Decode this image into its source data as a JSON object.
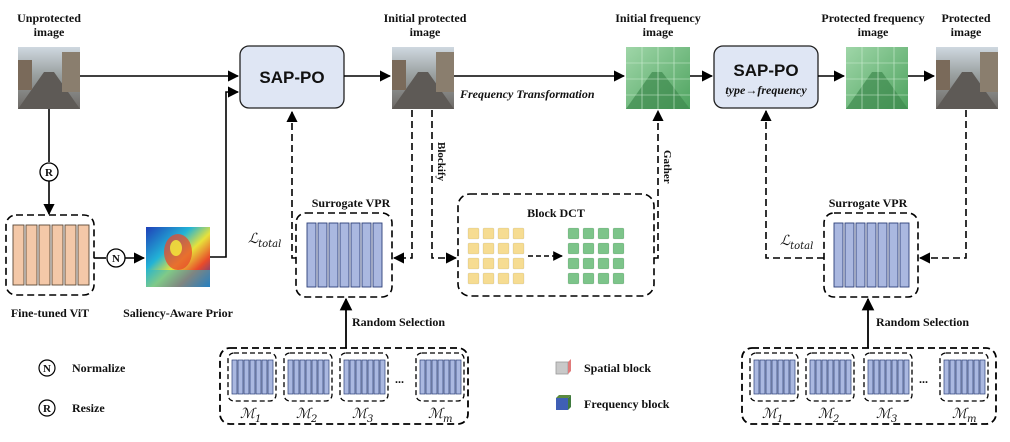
{
  "labels": {
    "unprotected_image": [
      "Unprotected",
      "image"
    ],
    "initial_protected_image": [
      "Initial protected",
      "image"
    ],
    "initial_frequency_image": [
      "Initial frequency",
      "image"
    ],
    "protected_frequency_image": [
      "Protected frequency",
      "image"
    ],
    "protected_image": [
      "Protected",
      "image"
    ],
    "frequency_transformation": "Frequency Transformation",
    "blockify": "Blockify",
    "gather": "Gather",
    "block_dct": "Block DCT",
    "surrogate_vpr_1": "Surrogate VPR",
    "surrogate_vpr_2": "Surrogate VPR",
    "loss_main": "ℒ",
    "loss_sub": "total",
    "fine_tuned_vit": "Fine-tuned ViT",
    "saliency_aware_prior": "Saliency-Aware Prior",
    "random_selection_1": "Random Selection",
    "random_selection_2": "Random Selection",
    "sap_po_1": "SAP-PO",
    "sap_po_2": "SAP-PO",
    "sap_po_2_sub": "type→frequency",
    "resize_symbol": "R",
    "normalize_symbol": "N"
  },
  "legend": {
    "normalize": "Normalize",
    "resize": "Resize",
    "spatial_block": "Spatial block",
    "frequency_block": "Frequency block"
  },
  "models": {
    "names": [
      "ℳ",
      "ℳ",
      "ℳ",
      "ℳ"
    ],
    "subs": [
      "1",
      "2",
      "3",
      "m"
    ],
    "ellipsis": "..."
  },
  "colors": {
    "sap_box_fill": "#dfe6f4",
    "vpr_bar_fill": "#aab8e0",
    "vit_bar_fill": "#f4c8a8",
    "spatial_block": "#f6dc92",
    "frequency_block": "#7dc48a"
  }
}
